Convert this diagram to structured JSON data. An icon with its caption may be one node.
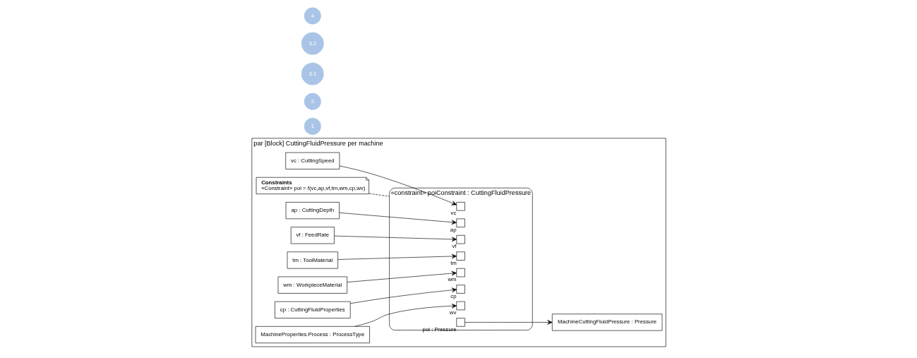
{
  "diagram": {
    "nodes": [
      {
        "text": [
          "par [Block] CuttingFluidPressure per machine"
        ]
      },
      {
        "text": [
          "vc : CuttingSpeed"
        ],
        "in": 0
      },
      {
        "text": [
          "«constraint» poiConstraint : CuttingFluidPressure"
        ],
        "in": 0
      },
      {
        "text": [],
        "shape": "box",
        "beside": [
          "vc"
        ],
        "in": 2
      },
      {
        "text": [],
        "shape": "box",
        "beside": [
          "ap"
        ],
        "in": 2
      },
      {
        "text": [],
        "shape": "box",
        "beside": [
          "vf"
        ],
        "in": 2
      },
      {
        "text": [],
        "shape": "box",
        "beside": [
          "tm"
        ],
        "in": 2
      },
      {
        "text": [],
        "shape": "box",
        "beside": [
          "wm"
        ],
        "in": 2
      },
      {
        "text": [],
        "shape": "box",
        "beside": [
          "cp"
        ],
        "in": 2
      },
      {
        "text": [],
        "shape": "box",
        "beside": [
          "wv"
        ],
        "in": 2
      },
      {
        "text": [],
        "shape": "box",
        "beside": [
          "poi : Pressure"
        ],
        "in": 2
      },
      {
        "text": [
          "Constraints",
          "«Constraint» poi = f(vc,ap,vf,tm,wm,cp,wv)"
        ],
        "in": 0
      },
      {
        "text": [
          "ap : CuttingDepth"
        ],
        "in": 0
      },
      {
        "text": [
          "vf : FeedRate"
        ],
        "in": 0
      },
      {
        "text": [
          "tm : ToolMaterial"
        ],
        "in": 0
      },
      {
        "text": [
          "MachineCuttingFluidPressure : Pressure"
        ],
        "in": 0
      },
      {
        "text": [
          "wm : WorkpieceMaterial"
        ],
        "in": 0
      },
      {
        "text": [
          "cp : CuttingFluidProperties"
        ],
        "in": 0
      },
      {
        "text": [
          "MachineProperties.Process : ProcessType"
        ],
        "in": 0
      }
    ],
    "edges": [
      {
        "from": 1,
        "to": 3,
        "arrow": "to"
      },
      {
        "from": 12,
        "to": 4,
        "arrow": "to"
      },
      {
        "from": 13,
        "to": 5,
        "arrow": "to"
      },
      {
        "from": 14,
        "to": 6,
        "arrow": "to"
      },
      {
        "from": 16,
        "to": 7,
        "arrow": "to"
      },
      {
        "from": 17,
        "to": 8,
        "arrow": "to"
      },
      {
        "from": 18,
        "to": 9,
        "arrow": "to"
      },
      {
        "from": 10,
        "to": 15,
        "arrow": "to"
      },
      {
        "from": 11,
        "to": 2,
        "arrow": "none",
        "style": "dashed"
      }
    ],
    "labels": [
      "1",
      "2",
      "3.1",
      "3.2",
      "4"
    ]
  }
}
